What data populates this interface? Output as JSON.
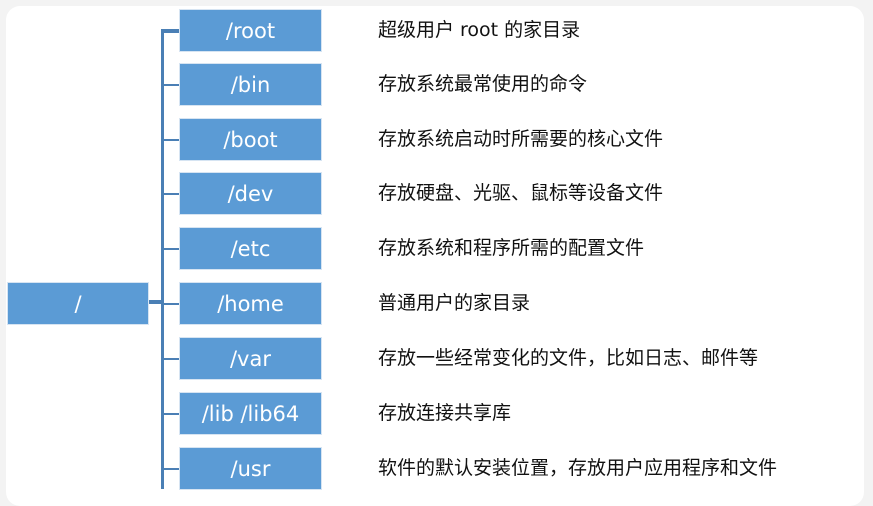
{
  "root_label": "/",
  "items": [
    {
      "dir": "/root",
      "desc": "超级用户 root 的家目录"
    },
    {
      "dir": "/bin",
      "desc": "存放系统最常使用的命令"
    },
    {
      "dir": "/boot",
      "desc": "存放系统启动时所需要的核心文件"
    },
    {
      "dir": "/dev",
      "desc": "存放硬盘、光驱、鼠标等设备文件"
    },
    {
      "dir": "/etc",
      "desc": "存放系统和程序所需的配置文件"
    },
    {
      "dir": "/home",
      "desc": "普通用户的家目录"
    },
    {
      "dir": "/var",
      "desc": "存放一些经常变化的文件，比如日志、邮件等"
    },
    {
      "dir": "/lib /lib64",
      "desc": "存放连接共享库"
    },
    {
      "dir": "/usr",
      "desc": "软件的默认安装位置，存放用户应用程序和文件"
    }
  ]
}
